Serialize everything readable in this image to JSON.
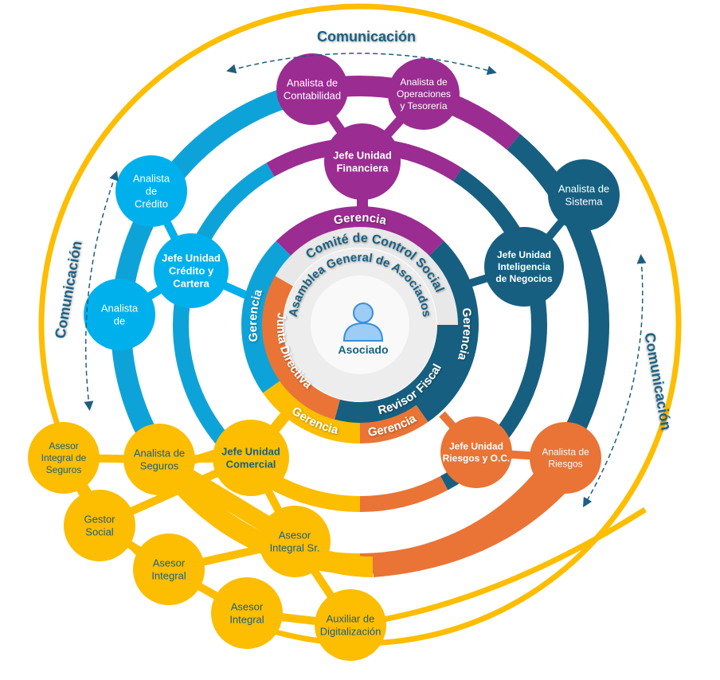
{
  "colors": {
    "purple": "#9b2c91",
    "dark_blue": "#175f80",
    "light_blue": "#0ea3d8",
    "node_light_blue": "#00b0ec",
    "orange": "#e97436",
    "yellow": "#fdbd00",
    "gray": "#e8e8e8",
    "text_dark": "#1a5f80",
    "person_fill": "#9dcdf5",
    "person_stroke": "#3a8ed8",
    "arrow": "#1d5f80"
  },
  "center": {
    "person_icon": "person-icon",
    "label": "Asociado",
    "inner_ring_label": "Asamblea General de Asociados"
  },
  "second_ring": {
    "comite": "Comité de Control Social",
    "junta": "Junta Directiva",
    "revisor": "Revisor Fiscal"
  },
  "gerencia_ring": {
    "labels": [
      "Gerencia",
      "Gerencia",
      "Gerencia",
      "Gerencia",
      "Gerencia"
    ]
  },
  "communication": {
    "top": "Comunicación",
    "left": "Comunicación",
    "right": "Comunicación"
  },
  "nodes": {
    "contabilidad": "Analista de|Contabilidad",
    "operaciones": "Analista de|Operaciones|y Tesorería",
    "financiera": "Jefe Unidad|Financiera",
    "credito_analista": "Analista|de|Crédito",
    "credito_jefe": "Jefe Unidad|Crédito y|Cartera",
    "analista_de": "Analista|de",
    "sistema": "Analista de|Sistema",
    "inteligencia": "Jefe Unidad|Inteligencia|de Negocios",
    "riesgos_jefe": "Jefe Unidad|Riesgos y O.C.",
    "riesgos_analista": "Analista de|Riesgos",
    "comercial": "Jefe Unidad|Comercial",
    "seguros_analista": "Analista de|Seguros",
    "seguros_asesor": "Asesor|Integral de|Seguros",
    "gestor": "Gestor|Social",
    "asesor_integral_1": "Asesor|Integral",
    "asesor_integral_2": "Asesor|Integral",
    "asesor_sr": "Asesor|Integral Sr.",
    "auxiliar": "Auxiliar de|Digitalización"
  }
}
